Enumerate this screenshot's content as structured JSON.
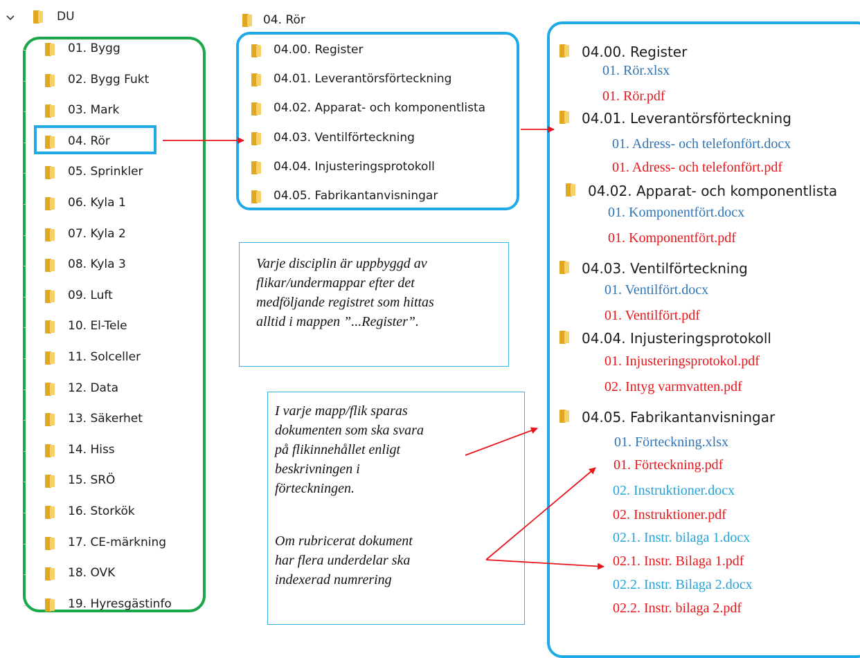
{
  "tree": {
    "root_label": "DU",
    "items": [
      "01. Bygg",
      "02. Bygg Fukt",
      "03. Mark",
      "04. Rör",
      "05. Sprinkler",
      "06. Kyla 1",
      "07. Kyla 2",
      "08. Kyla 3",
      "09. Luft",
      "10. El-Tele",
      "11. Solceller",
      "12. Data",
      "13. Säkerhet",
      "14. Hiss",
      "15. SRÖ",
      "16. Storkök",
      "17. CE-märkning",
      "18. OVK",
      "19. Hyresgästinfo"
    ]
  },
  "middle": {
    "title": "04. Rör",
    "items": [
      "04.00. Register",
      "04.01. Leverantörsförteckning",
      "04.02. Apparat- och komponentlista",
      "04.03. Ventilförteckning",
      "04.04. Injusteringsprotokoll",
      "04.05. Fabrikantanvisningar"
    ]
  },
  "right": {
    "groups": [
      {
        "label": "04.00. Register",
        "files": [
          {
            "name": "01. Rör.xlsx",
            "color": "blue"
          },
          {
            "name": "01. Rör.pdf",
            "color": "red"
          }
        ]
      },
      {
        "label": "04.01. Leverantörsförteckning",
        "files": [
          {
            "name": "01. Adress- och telefonfört.docx",
            "color": "blue"
          },
          {
            "name": "01. Adress- och telefonfört.pdf",
            "color": "red"
          }
        ]
      },
      {
        "label": "04.02. Apparat- och komponentlista",
        "files": [
          {
            "name": "01. Komponentfört.docx",
            "color": "blue"
          },
          {
            "name": "01. Komponentfört.pdf",
            "color": "red"
          }
        ]
      },
      {
        "label": "04.03. Ventilförteckning",
        "files": [
          {
            "name": "01. Ventilfört.docx",
            "color": "blue"
          },
          {
            "name": "01. Ventilfört.pdf",
            "color": "red"
          }
        ]
      },
      {
        "label": "04.04. Injusteringsprotokoll",
        "files": [
          {
            "name": "01. Injusteringsprotokol.pdf",
            "color": "red"
          },
          {
            "name": "02. Intyg varmvatten.pdf",
            "color": "red"
          }
        ]
      },
      {
        "label": "04.05. Fabrikantanvisningar",
        "files": [
          {
            "name": "01. Förteckning.xlsx",
            "color": "blue"
          },
          {
            "name": "01. Förteckning.pdf",
            "color": "red"
          },
          {
            "name": "02. Instruktioner.docx",
            "color": "lightblue"
          },
          {
            "name": "02. Instruktioner.pdf",
            "color": "red"
          },
          {
            "name": "02.1. Instr. bilaga 1.docx",
            "color": "lightblue"
          },
          {
            "name": "02.1. Instr. Bilaga 1.pdf",
            "color": "red"
          },
          {
            "name": "02.2. Instr. Bilaga 2.docx",
            "color": "lightblue"
          },
          {
            "name": "02.2. Instr. bilaga 2.pdf",
            "color": "red"
          }
        ]
      }
    ]
  },
  "notes": {
    "note1": [
      "Varje disciplin är uppbyggd av",
      "flikar/undermappar efter det",
      "medföljande registret som hittas",
      "alltid i mappen ”...Register”."
    ],
    "note2_part1": [
      "I varje mapp/flik sparas",
      "dokumenten som ska svara",
      "på flikinnehållet enligt",
      "beskrivningen i",
      "förteckningen."
    ],
    "note2_part2": [
      "Om rubricerat dokument",
      "har flera underdelar ska",
      "indexerad numrering"
    ]
  },
  "colors": {
    "green_frame": "#1aa84b",
    "blue_frame": "#1fa9e6",
    "arrow": "#e8151b",
    "folder": "#f7d067",
    "file_blue": "#2e74b5",
    "file_lightblue": "#23a3d6",
    "file_red": "#e8151b"
  },
  "icons": [
    "chevron-down-icon",
    "folder-icon"
  ]
}
